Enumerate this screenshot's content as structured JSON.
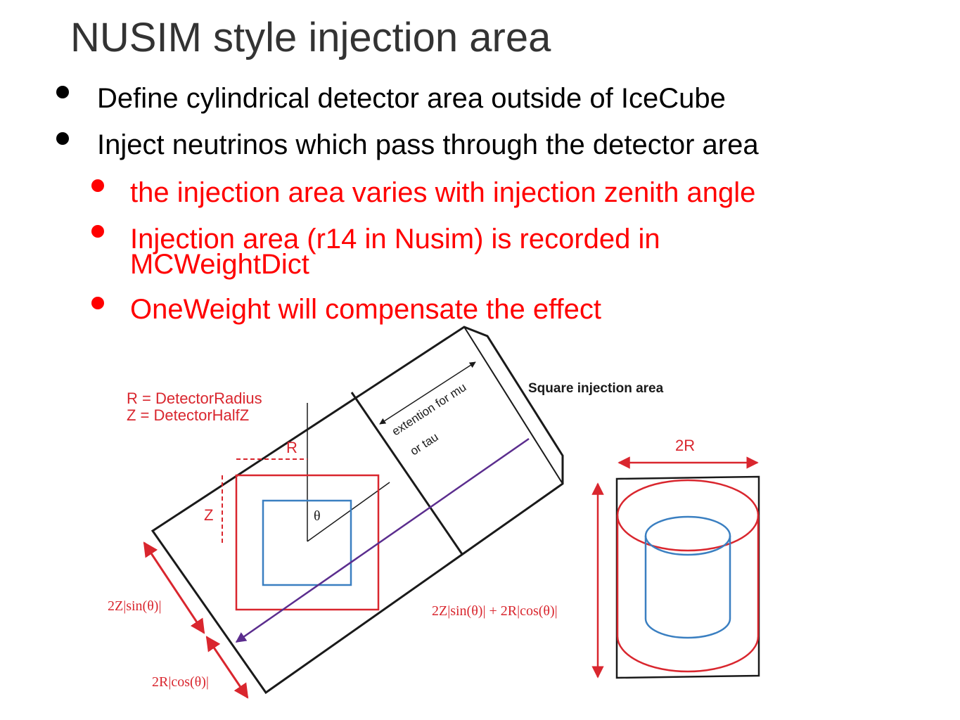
{
  "slide": {
    "title": "NUSIM style injection area",
    "bullets": [
      {
        "text": "Define cylindrical detector area outside of IceCube",
        "level": 1,
        "color": "#000000"
      },
      {
        "text": "Inject neutrinos which pass through the detector area",
        "level": 1,
        "color": "#000000"
      },
      {
        "text": "the injection area varies with injection zenith angle",
        "level": 2,
        "color": "#ff0000"
      },
      {
        "text": "Injection area (r14 in Nusim) is recorded in",
        "text2": "MCWeightDict",
        "level": 2,
        "color": "#ff0000"
      },
      {
        "text": "OneWeight will compensate the effect",
        "level": 2,
        "color": "#ff0000"
      }
    ]
  },
  "diagram": {
    "legend_r": "R = DetectorRadius",
    "legend_z": "Z = DetectorHalfZ",
    "label_r": "R",
    "label_z": "Z",
    "label_theta": "θ",
    "label_extension_1": "extention for mu",
    "label_extension_2": "or tau",
    "label_square_area": "Square injection area",
    "label_2r": "2R",
    "label_2zsin": "2Z|sin(θ)|",
    "label_2rcos": "2R|cos(θ)|",
    "label_total": "2Z|sin(θ)| + 2R|cos(θ)|",
    "colors": {
      "red": "#d9262e",
      "blue": "#3a7fc1",
      "purple": "#5b2d8e",
      "black": "#1a1a1a"
    }
  }
}
